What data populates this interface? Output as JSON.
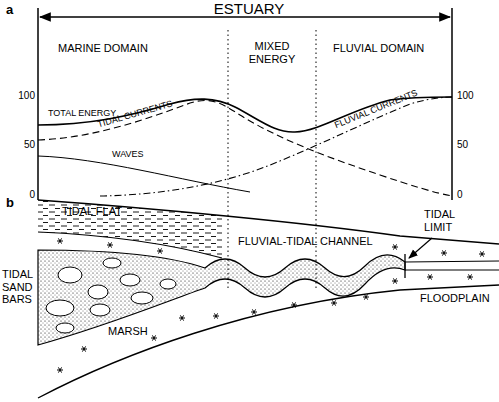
{
  "diagram": {
    "labels": [
      "ESTUARY",
      "a",
      "MARINE DOMAIN",
      "MIXED ENERGY",
      "FLUVIAL DOMAIN",
      "100",
      "50",
      "0",
      "100",
      "50",
      "0",
      "TOTAL ENERGY",
      "TIDAL CURRENTS",
      "WAVES",
      "FLUVIAL CURRENTS",
      "b",
      "TIDAL FLAT",
      "FLUVIAL-TIDAL CHANNEL",
      "TIDAL LIMIT",
      "TIDAL SAND BARS",
      "MARSH",
      "FLOODPLAIN"
    ]
  }
}
